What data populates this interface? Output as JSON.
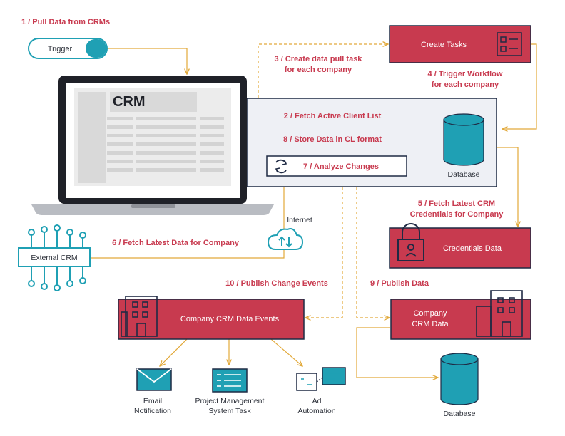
{
  "steps": {
    "s1": "1 / Pull Data from CRMs",
    "s2": "2 / Fetch Active Client List",
    "s3_line1": "3 / Create data pull task",
    "s3_line2": "for each company",
    "s4_line1": "4 / Trigger Workflow",
    "s4_line2": "for each company",
    "s5_line1": "5 / Fetch Latest CRM",
    "s5_line2": "Credentials for Company",
    "s6": "6 / Fetch Latest Data for Company",
    "s7": "7 / Analyze Changes",
    "s8": "8 / Store Data in CL format",
    "s9": "9 / Publish Data",
    "s10": "10 / Publish Change Events"
  },
  "nodes": {
    "trigger": "Trigger",
    "create_tasks": "Create Tasks",
    "crm_screen": "CRM",
    "database_main": "Database",
    "credentials": "Credentials Data",
    "internet": "Internet",
    "external_crm": "External CRM",
    "events": "Company CRM Data Events",
    "company_crm_line1": "Company",
    "company_crm_line2": "CRM Data",
    "database_bottom": "Database",
    "email_line1": "Email",
    "email_line2": "Notification",
    "pm_line1": "Project Management",
    "pm_line2": "System Task",
    "ad_line1": "Ad",
    "ad_line2": "Automation"
  },
  "colors": {
    "accent_red": "#c83a4f",
    "connector_gold": "#e2a93a",
    "teal": "#1fa0b4",
    "navy": "#1f2a44",
    "panel_bg": "#eef0f5"
  },
  "icons": [
    "checklist-icon",
    "database-icon",
    "lock-icon",
    "refresh-icon",
    "cloud-sync-icon",
    "circuit-icon",
    "building-icon",
    "email-icon",
    "document-icon",
    "ad-icon",
    "laptop-icon"
  ]
}
